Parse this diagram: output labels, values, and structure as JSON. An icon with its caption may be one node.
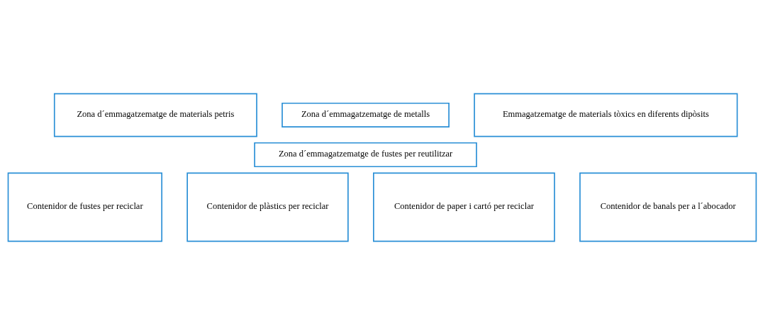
{
  "diagram": {
    "nodes": [
      {
        "text": [
          "Zona d´emmagatzematge de materials petris"
        ]
      },
      {
        "text": [
          "Zona d´emmagatzematge de metalls"
        ]
      },
      {
        "text": [
          "Zona d´emmagatzematge de fustes per reutilitzar"
        ]
      },
      {
        "text": [
          "Emmagatzematge de materials tòxics en diferents dipòsits"
        ]
      },
      {
        "text": [
          "Contenidor de fustes per reciclar"
        ]
      },
      {
        "text": [
          "Contenidor de plàstics per reciclar"
        ]
      },
      {
        "text": [
          "Contenidor de paper i cartó per reciclar"
        ]
      },
      {
        "text": [
          "Contenidor de banals per a l´abocador"
        ]
      }
    ],
    "edges": []
  }
}
